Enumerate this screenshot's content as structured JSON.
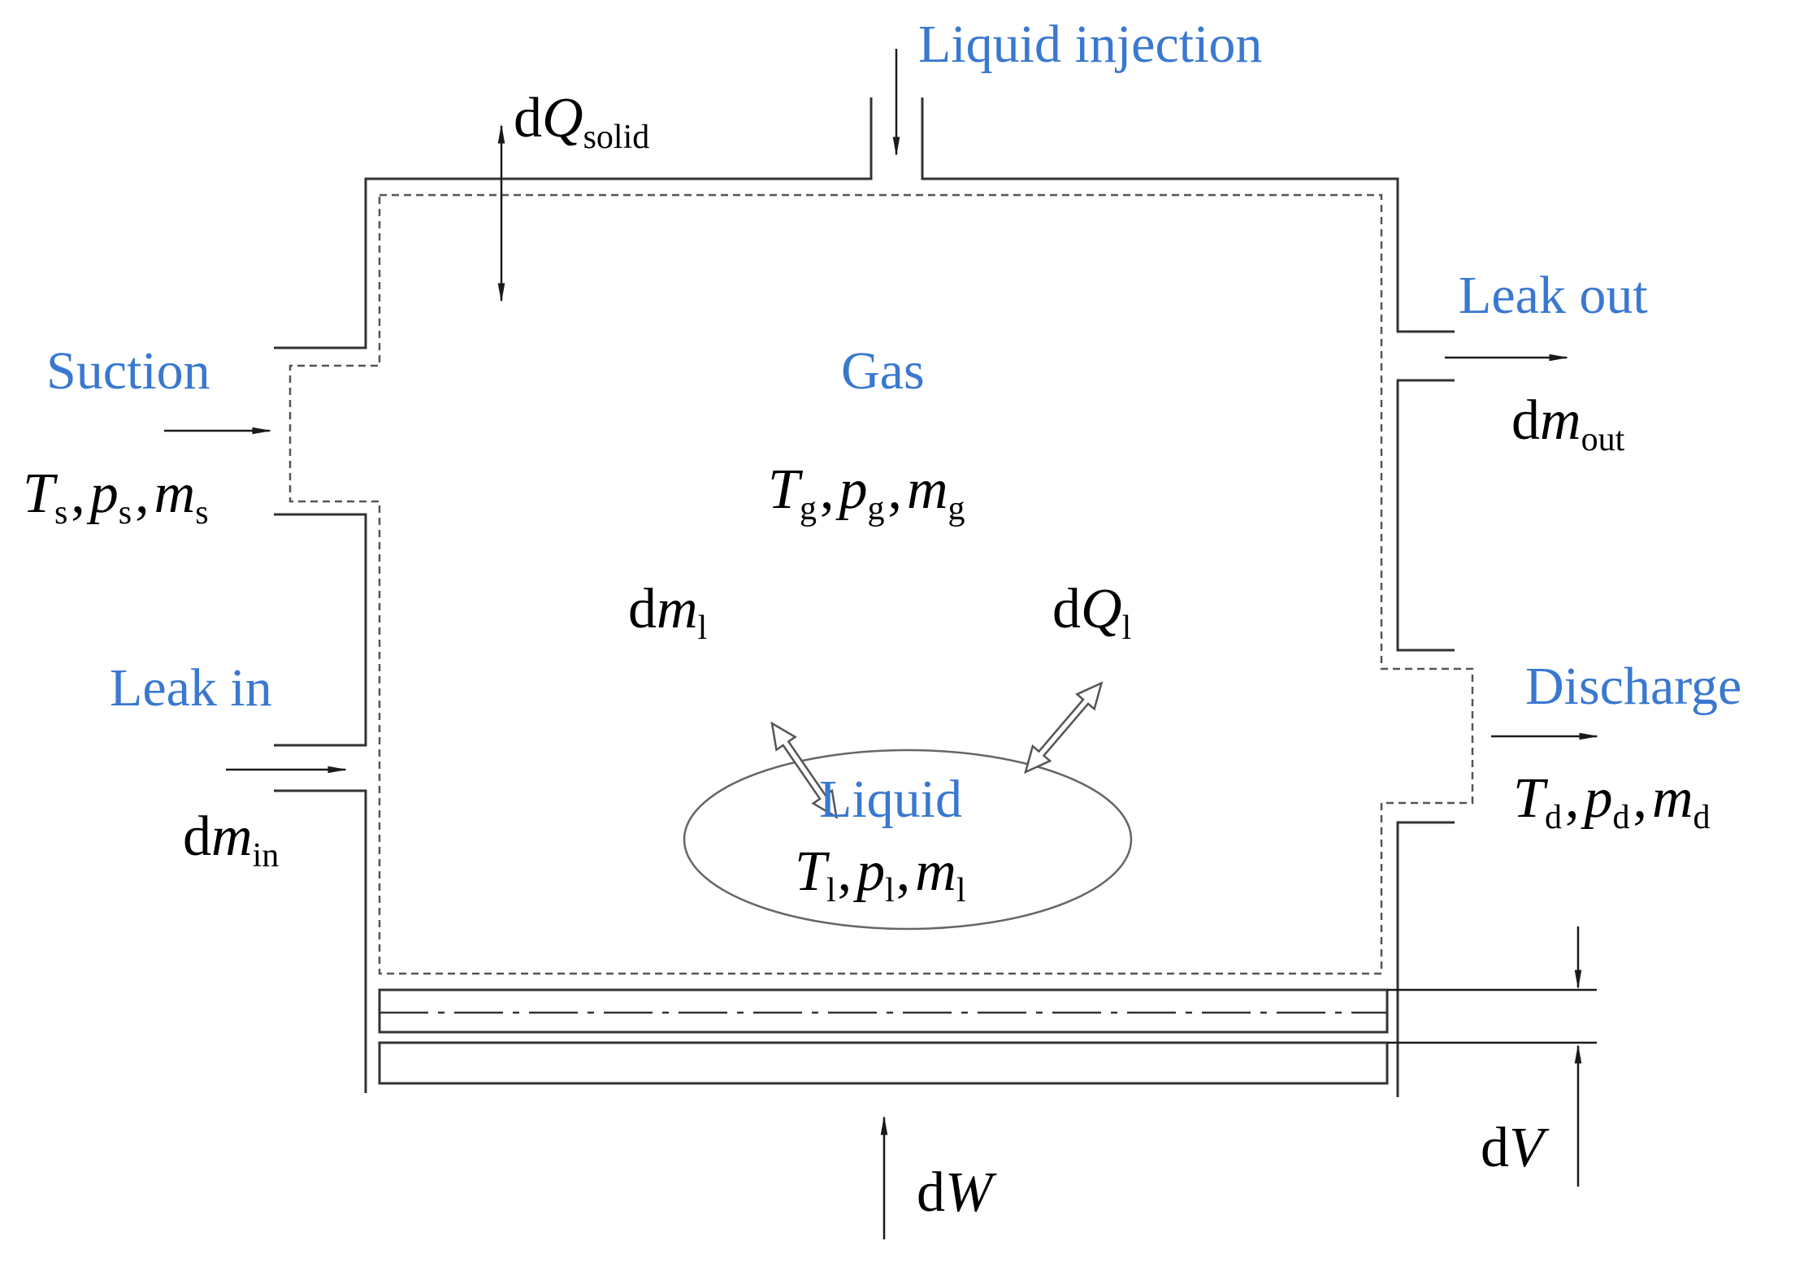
{
  "labels": {
    "liquid_injection": "Liquid injection",
    "suction": "Suction",
    "leak_in": "Leak in",
    "gas": "Gas",
    "liquid": "Liquid",
    "leak_out": "Leak out",
    "discharge": "Discharge"
  },
  "symbols": {
    "d": "d",
    "Q": "Q",
    "m": "m",
    "T": "T",
    "p": "p",
    "W": "W",
    "V": "V",
    "comma": ",",
    "sub_solid": "solid",
    "sub_s": "s",
    "sub_g": "g",
    "sub_l": "l",
    "sub_d": "d",
    "sub_in": "in",
    "sub_out": "out"
  },
  "colors": {
    "label_blue": "#3a78d0",
    "math_black": "#000000",
    "wall": "#333333"
  }
}
